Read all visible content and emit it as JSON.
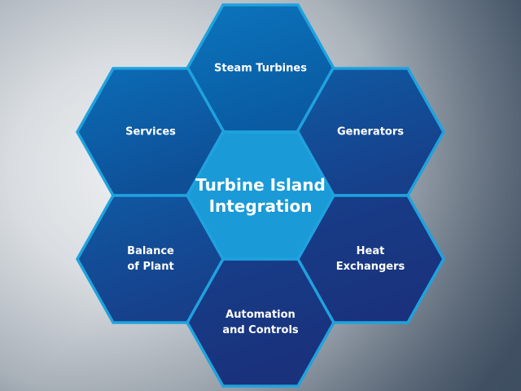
{
  "diagram": {
    "center": {
      "lines": [
        "Turbine Island",
        "Integration"
      ],
      "fill": "#1a9ad6"
    },
    "border_color": "#1fa2de",
    "nodes": [
      {
        "id": "steam-turbines",
        "position": "top",
        "lines": [
          "Steam Turbines"
        ],
        "fill_top": "#0b75bd",
        "fill_bottom": "#0a5ba2"
      },
      {
        "id": "services",
        "position": "upper-left",
        "lines": [
          "Services"
        ],
        "fill_top": "#0b6db6",
        "fill_bottom": "#0e4f97"
      },
      {
        "id": "generators",
        "position": "upper-right",
        "lines": [
          "Generators"
        ],
        "fill_top": "#0f5aa3",
        "fill_bottom": "#173f8a"
      },
      {
        "id": "balance-of-plant",
        "position": "lower-left",
        "lines": [
          "Balance",
          "of Plant"
        ],
        "fill_top": "#0f5aa3",
        "fill_bottom": "#173f8a"
      },
      {
        "id": "heat-exchangers",
        "position": "lower-right",
        "lines": [
          "Heat",
          "Exchangers"
        ],
        "fill_top": "#173e89",
        "fill_bottom": "#1a327d"
      },
      {
        "id": "automation-and-controls",
        "position": "bottom",
        "lines": [
          "Automation",
          "and Controls"
        ],
        "fill_top": "#173e89",
        "fill_bottom": "#1a317c"
      }
    ]
  }
}
